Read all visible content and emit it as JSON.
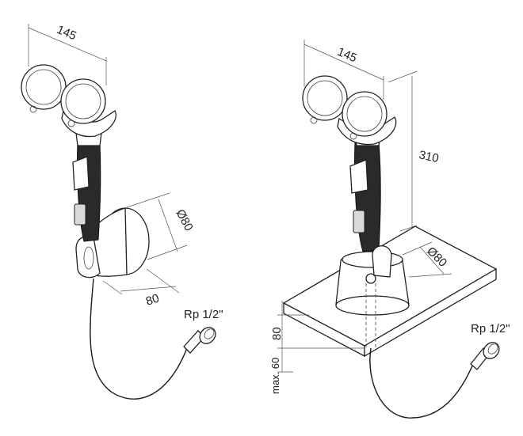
{
  "left_view": {
    "dim_width": "145",
    "dim_diameter": "Ø80",
    "dim_depth": "80",
    "connection": "Rp 1/2\""
  },
  "right_view": {
    "dim_width": "145",
    "dim_height": "310",
    "dim_diameter": "Ø80",
    "dim_plate": "80",
    "dim_max": "max. 60",
    "connection": "Rp 1/2\""
  }
}
